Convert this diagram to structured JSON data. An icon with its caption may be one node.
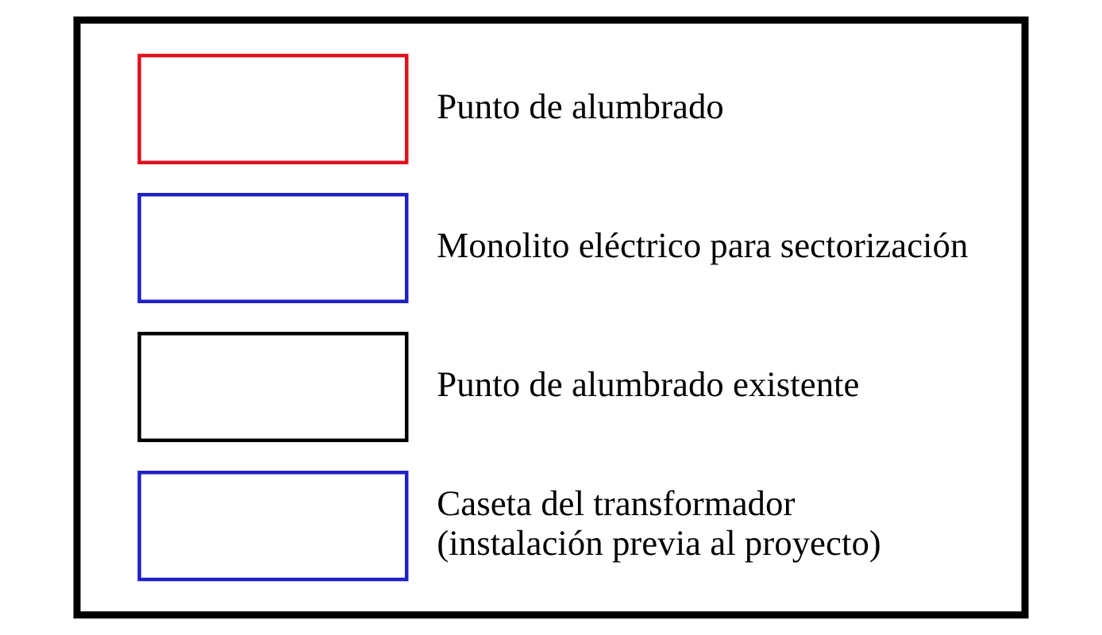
{
  "diagram": {
    "legend": [
      {
        "text": "Punto de alumbrado",
        "color": "#e0101e"
      },
      {
        "text": "Monolito eléctrico para sectorización",
        "color": "#2020c8"
      },
      {
        "text": "Punto de alumbrado existente",
        "color": "#000000"
      },
      {
        "text": "Caseta del transformador (instalación previa al proyecto)",
        "color": "#2020c8"
      }
    ]
  }
}
